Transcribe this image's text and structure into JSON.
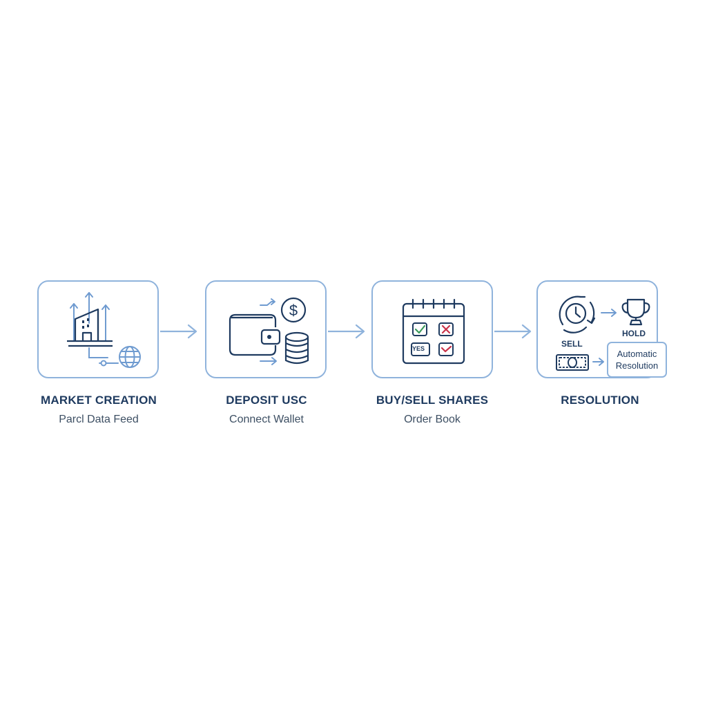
{
  "colors": {
    "icon_navy": "#1e3a5f",
    "accent_blue": "#8fb3dc",
    "check_green": "#3a9a5b",
    "cross_red": "#c9334a",
    "title_text": "#1e3a5f",
    "subtitle_text": "#3d4f63"
  },
  "steps": [
    {
      "title": "MARKET CREATION",
      "subtitle": "Parcl Data Feed",
      "icons": [
        "building-icon",
        "growth-arrows-icon",
        "globe-icon"
      ]
    },
    {
      "title": "DEPOSIT USC",
      "subtitle": "Connect Wallet",
      "icons": [
        "wallet-icon",
        "dollar-coin-icon",
        "coin-stack-icon"
      ]
    },
    {
      "title": "BUY/SELL SHARES",
      "subtitle": "Order Book",
      "icons": [
        "calendar-icon",
        "check-icon",
        "cross-icon"
      ],
      "yes_label": "YES"
    },
    {
      "title": "RESOLUTION",
      "icons": [
        "clock-cycle-icon",
        "trophy-icon",
        "banknote-icon"
      ],
      "sell_label": "SELL",
      "hold_label": "HOLD",
      "callout": "Automatic Resolution"
    }
  ]
}
